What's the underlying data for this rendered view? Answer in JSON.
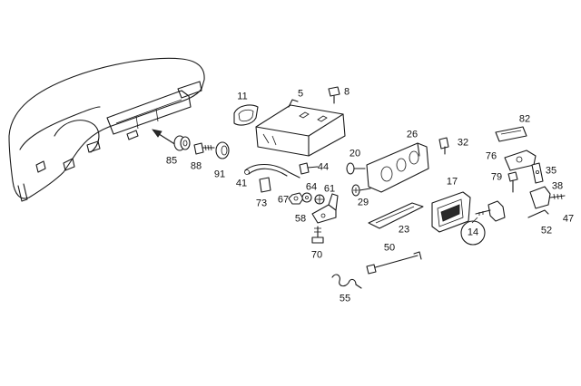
{
  "diagram": {
    "callouts": [
      "85",
      "88",
      "91",
      "41",
      "73",
      "67",
      "64",
      "61",
      "44",
      "58",
      "70",
      "11",
      "5",
      "8",
      "20",
      "29",
      "26",
      "32",
      "23",
      "17",
      "14",
      "50",
      "55",
      "82",
      "76",
      "79",
      "35",
      "38",
      "47",
      "52"
    ],
    "circled_callout": "14"
  }
}
